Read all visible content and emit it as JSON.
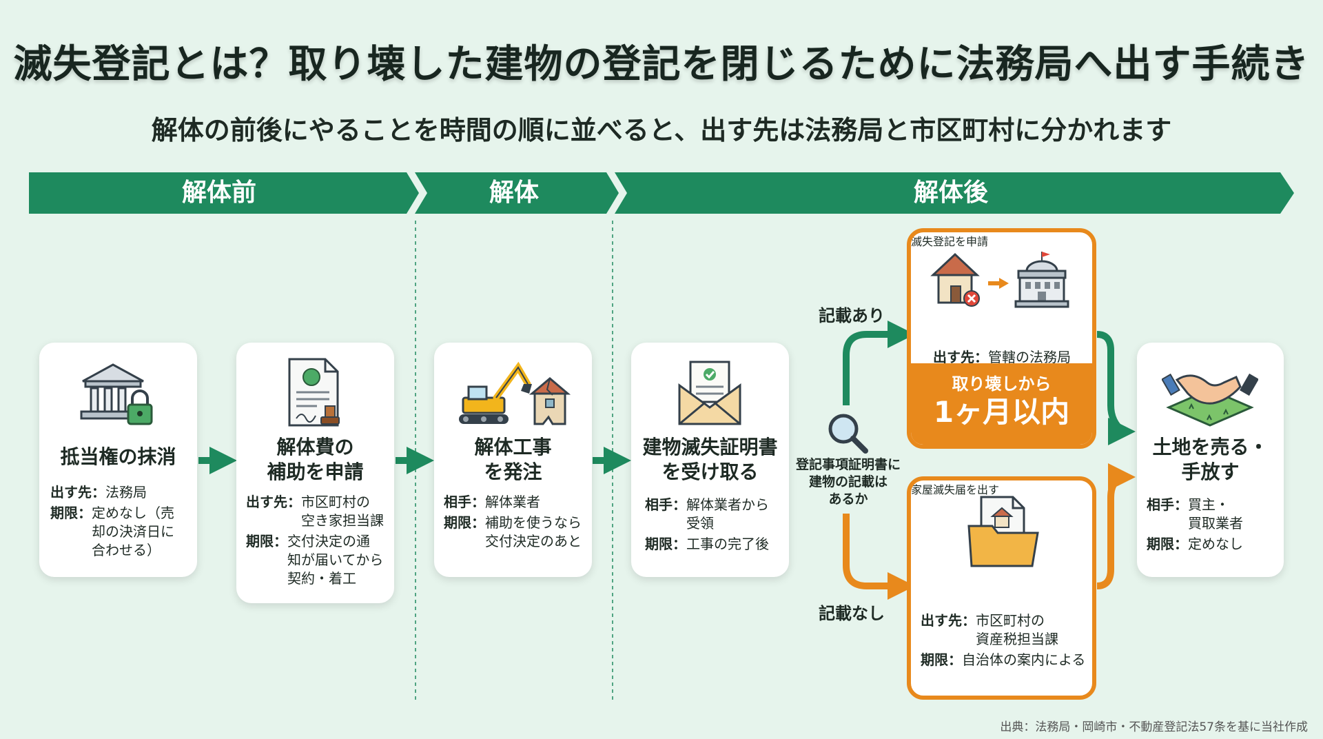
{
  "title": "滅失登記とは？取り壊した建物の登記を閉じるために法務局へ出す手続き",
  "subtitle": "解体の前後にやることを時間の順に並べると、出す先は法務局と市区町村に分かれます",
  "phases": [
    "解体前",
    "解体",
    "解体後"
  ],
  "steps": [
    {
      "title_lines": [
        "抵当権の抹消"
      ],
      "rows": [
        {
          "label": "出す先：",
          "value_lines": [
            "法務局"
          ]
        },
        {
          "label": "期限：",
          "value_lines": [
            "定めなし（売",
            "却の決済日に",
            "合わせる）"
          ]
        }
      ]
    },
    {
      "title_lines": [
        "解体費の",
        "補助を申請"
      ],
      "rows": [
        {
          "label": "出す先：",
          "value_lines": [
            "市区町村の",
            "空き家担当課"
          ]
        },
        {
          "label": "期限：",
          "value_lines": [
            "交付決定の通",
            "知が届いてから",
            "契約・着工"
          ]
        }
      ]
    },
    {
      "title_lines": [
        "解体工事",
        "を発注"
      ],
      "rows": [
        {
          "label": "相手：",
          "value_lines": [
            "解体業者"
          ]
        },
        {
          "label": "期限：",
          "value_lines": [
            "補助を使うなら",
            "交付決定のあと"
          ]
        }
      ]
    },
    {
      "title_lines": [
        "建物滅失証明書",
        "を受け取る"
      ],
      "rows": [
        {
          "label": "相手：",
          "value_lines": [
            "解体業者から",
            "受領"
          ]
        },
        {
          "label": "期限：",
          "value_lines": [
            "工事の完了後"
          ]
        }
      ]
    }
  ],
  "question_lines": [
    "登記事項証明書に",
    "建物の記載は",
    "あるか"
  ],
  "branch_yes": {
    "label": "記載あり",
    "title": "滅失登記を申請",
    "rows": [
      {
        "label": "出す先：",
        "value_lines": [
          "管轄の法務局"
        ]
      }
    ],
    "deadline_small": "取り壊しから",
    "deadline_big": "1ヶ月以内"
  },
  "branch_no": {
    "label": "記載なし",
    "title": "家屋滅失届を出す",
    "rows": [
      {
        "label": "出す先：",
        "value_lines": [
          "市区町村の",
          "資産税担当課"
        ]
      },
      {
        "label": "期限：",
        "value_lines": [
          "自治体の案内による"
        ]
      }
    ]
  },
  "final": {
    "title_lines": [
      "土地を売る・",
      "手放す"
    ],
    "rows": [
      {
        "label": "相手：",
        "value_lines": [
          "買主・",
          "買取業者"
        ]
      },
      {
        "label": "期限：",
        "value_lines": [
          "定めなし"
        ]
      }
    ]
  },
  "source": "出典：法務局・岡崎市・不動産登記法57条を基に当社作成",
  "colors": {
    "green": "#1e8a5e",
    "orange": "#e8891c",
    "background": "#e6f4ec"
  },
  "icons": [
    "bank-lock-icon",
    "subsidy-document-icon",
    "excavator-house-icon",
    "certificate-envelope-icon",
    "magnifier-icon",
    "house-to-registry-icon",
    "house-folder-icon",
    "handshake-icon"
  ]
}
